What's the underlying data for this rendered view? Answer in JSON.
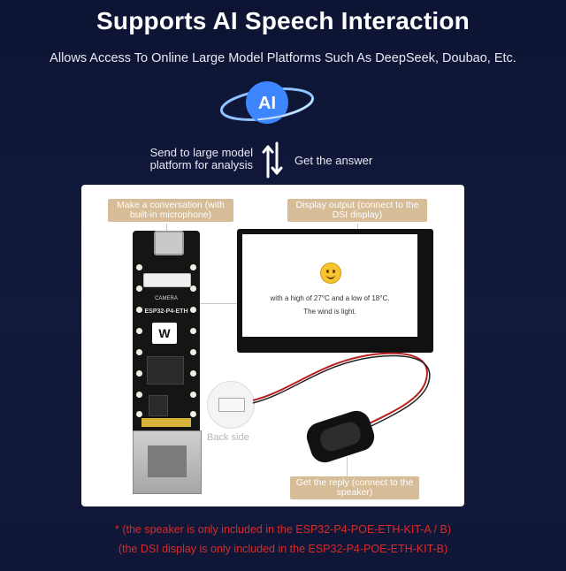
{
  "header": {
    "title": "Supports AI Speech Interaction",
    "subtitle": "Allows Access To Online Large Model Platforms Such As DeepSeek, Doubao, Etc."
  },
  "logo": {
    "text": "AI",
    "icon": "ai-logo-icon",
    "color": "#3d86ff"
  },
  "flow": {
    "send": "Send to large model platform for analysis",
    "receive": "Get the answer",
    "icon": "up-down-arrows-icon"
  },
  "tags": {
    "conversation": "Make a conversation (with built-in microphone)",
    "display": "Display output (connect to the DSI display)",
    "reply": "Get the reply (connect to the speaker)"
  },
  "board": {
    "camera_label": "CAMERA",
    "model_label": "ESP32-P4-ETH",
    "logo_text": "W"
  },
  "screen": {
    "line1": "with a high of 27°C and a low of 18°C.",
    "line2": "The wind is light.",
    "emoji": "smiley-icon"
  },
  "back_side": {
    "label": "Back side"
  },
  "notes": {
    "speaker": "* (the speaker is only included in the ESP32-P4-POE-ETH-KIT-A / B)",
    "display": "(the DSI display is only included in the ESP32-P4-POE-ETH-KIT-B)"
  },
  "colors": {
    "background": "#0d1433",
    "tag": "#d6bc97",
    "note_red": "#d72b2b"
  }
}
